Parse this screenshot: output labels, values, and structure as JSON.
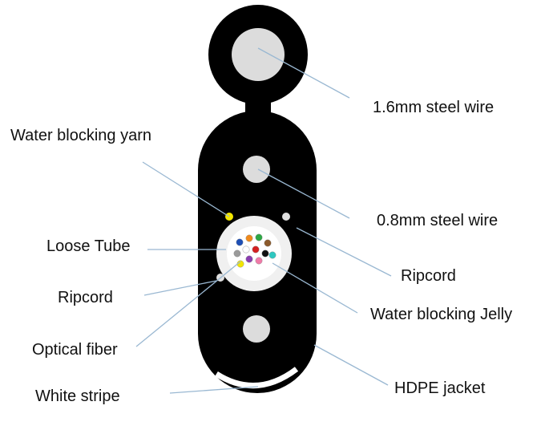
{
  "labels": {
    "steel_wire_16": "1.6mm steel wire",
    "water_blocking_yarn": "Water blocking yarn",
    "steel_wire_08": "0.8mm steel wire",
    "loose_tube": "Loose Tube",
    "ripcord_right": "Ripcord",
    "ripcord_left": "Ripcord",
    "water_blocking_jelly": "Water blocking Jelly",
    "optical_fiber": "Optical fiber",
    "hdpe_jacket": "HDPE jacket",
    "white_stripe": "White stripe"
  },
  "colors": {
    "jacket": "#000000",
    "steel_wire": "#dcdcdc",
    "loose_tube": "#f0f0f0",
    "water_blocking_yarn": "#f2e600",
    "ripcord": "#e0e0e0",
    "leader_line": "#9ab8d2",
    "fiber_colors": [
      "#1e4fb5",
      "#f08a1c",
      "#2ea845",
      "#8b5a2b",
      "#9a9a9a",
      "#ffffff",
      "#d42020",
      "#111111",
      "#f2e600",
      "#8a3db0",
      "#f07aa8",
      "#2ec7c0"
    ]
  }
}
